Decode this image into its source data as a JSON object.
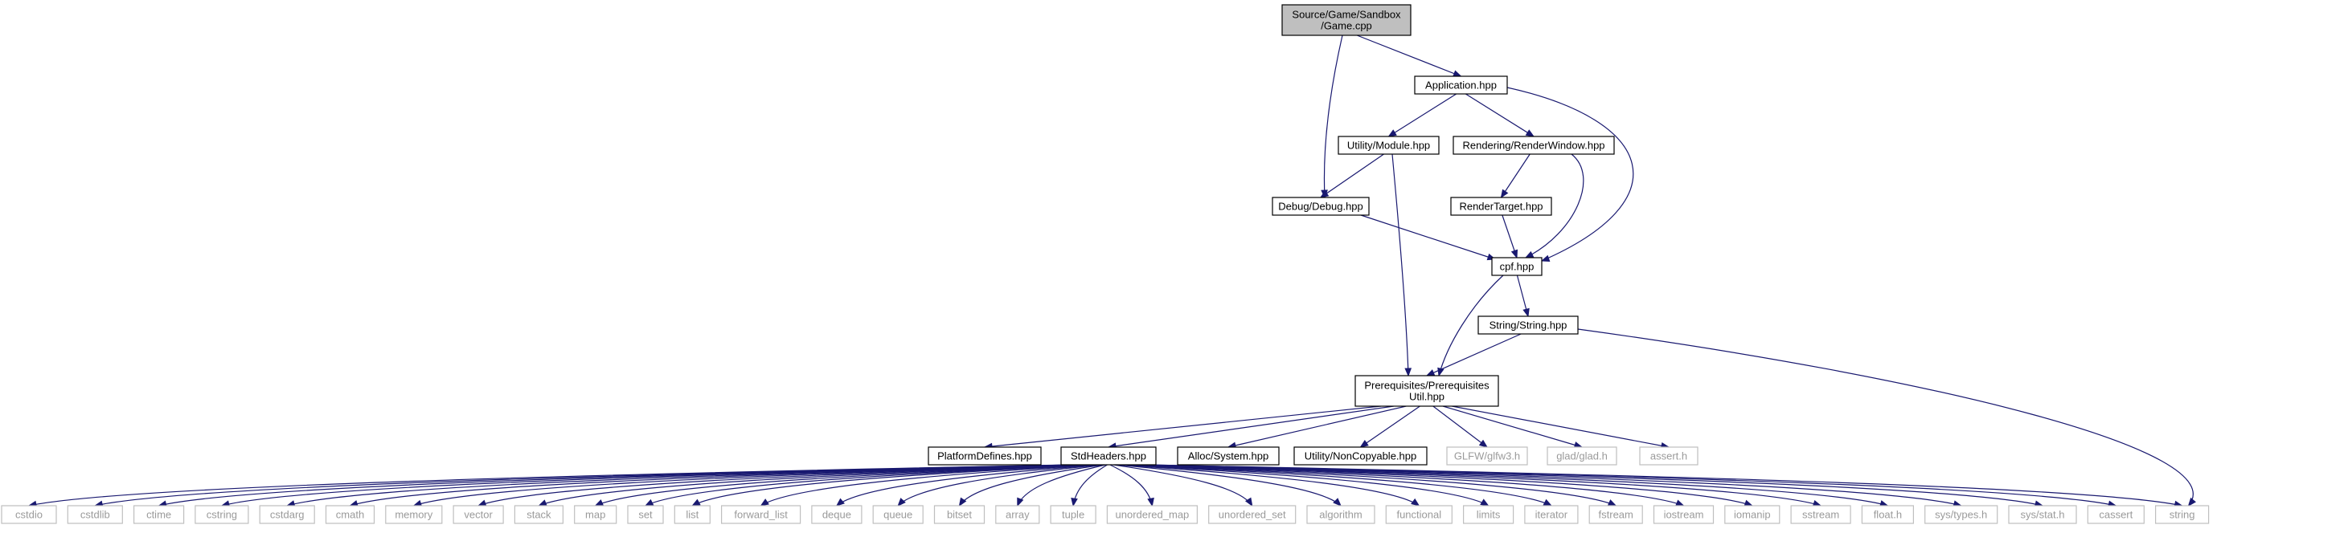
{
  "graph": {
    "edge_color": "#191970",
    "root_fill": "#bfbfbf",
    "nodes": {
      "game_cpp": {
        "lines": [
          "Source/Game/Sandbox",
          "/Game.cpp"
        ],
        "kind": "root"
      },
      "application_hpp": {
        "lines": [
          "Application.hpp"
        ],
        "kind": "file"
      },
      "utility_module_hpp": {
        "lines": [
          "Utility/Module.hpp"
        ],
        "kind": "file"
      },
      "rendering_renderwindow_hpp": {
        "lines": [
          "Rendering/RenderWindow.hpp"
        ],
        "kind": "file"
      },
      "debug_debug_hpp": {
        "lines": [
          "Debug/Debug.hpp"
        ],
        "kind": "file"
      },
      "rendertarget_hpp": {
        "lines": [
          "RenderTarget.hpp"
        ],
        "kind": "file"
      },
      "cpf_hpp": {
        "lines": [
          "cpf.hpp"
        ],
        "kind": "file"
      },
      "string_string_hpp": {
        "lines": [
          "String/String.hpp"
        ],
        "kind": "file"
      },
      "prerequisites_util_hpp": {
        "lines": [
          "Prerequisites/Prerequisites",
          "Util.hpp"
        ],
        "kind": "file"
      },
      "platformdefines_hpp": {
        "lines": [
          "PlatformDefines.hpp"
        ],
        "kind": "file"
      },
      "stdheaders_hpp": {
        "lines": [
          "StdHeaders.hpp"
        ],
        "kind": "file"
      },
      "alloc_system_hpp": {
        "lines": [
          "Alloc/System.hpp"
        ],
        "kind": "file"
      },
      "utility_noncopyable_hpp": {
        "lines": [
          "Utility/NonCopyable.hpp"
        ],
        "kind": "file"
      },
      "glfw_glfw3_h": {
        "lines": [
          "GLFW/glfw3.h"
        ],
        "kind": "external"
      },
      "glad_glad_h": {
        "lines": [
          "glad/glad.h"
        ],
        "kind": "external"
      },
      "assert_h": {
        "lines": [
          "assert.h"
        ],
        "kind": "external"
      },
      "cstdio": {
        "lines": [
          "cstdio"
        ],
        "kind": "external"
      },
      "cstdlib": {
        "lines": [
          "cstdlib"
        ],
        "kind": "external"
      },
      "ctime": {
        "lines": [
          "ctime"
        ],
        "kind": "external"
      },
      "cstring": {
        "lines": [
          "cstring"
        ],
        "kind": "external"
      },
      "cstdarg": {
        "lines": [
          "cstdarg"
        ],
        "kind": "external"
      },
      "cmath": {
        "lines": [
          "cmath"
        ],
        "kind": "external"
      },
      "memory": {
        "lines": [
          "memory"
        ],
        "kind": "external"
      },
      "vector": {
        "lines": [
          "vector"
        ],
        "kind": "external"
      },
      "stack": {
        "lines": [
          "stack"
        ],
        "kind": "external"
      },
      "map": {
        "lines": [
          "map"
        ],
        "kind": "external"
      },
      "set": {
        "lines": [
          "set"
        ],
        "kind": "external"
      },
      "list": {
        "lines": [
          "list"
        ],
        "kind": "external"
      },
      "forward_list": {
        "lines": [
          "forward_list"
        ],
        "kind": "external"
      },
      "deque": {
        "lines": [
          "deque"
        ],
        "kind": "external"
      },
      "queue": {
        "lines": [
          "queue"
        ],
        "kind": "external"
      },
      "bitset": {
        "lines": [
          "bitset"
        ],
        "kind": "external"
      },
      "array": {
        "lines": [
          "array"
        ],
        "kind": "external"
      },
      "tuple": {
        "lines": [
          "tuple"
        ],
        "kind": "external"
      },
      "unordered_map": {
        "lines": [
          "unordered_map"
        ],
        "kind": "external"
      },
      "unordered_set": {
        "lines": [
          "unordered_set"
        ],
        "kind": "external"
      },
      "algorithm": {
        "lines": [
          "algorithm"
        ],
        "kind": "external"
      },
      "functional": {
        "lines": [
          "functional"
        ],
        "kind": "external"
      },
      "limits": {
        "lines": [
          "limits"
        ],
        "kind": "external"
      },
      "iterator": {
        "lines": [
          "iterator"
        ],
        "kind": "external"
      },
      "fstream": {
        "lines": [
          "fstream"
        ],
        "kind": "external"
      },
      "iostream": {
        "lines": [
          "iostream"
        ],
        "kind": "external"
      },
      "iomanip": {
        "lines": [
          "iomanip"
        ],
        "kind": "external"
      },
      "sstream": {
        "lines": [
          "sstream"
        ],
        "kind": "external"
      },
      "float_h": {
        "lines": [
          "float.h"
        ],
        "kind": "external"
      },
      "sys_types_h": {
        "lines": [
          "sys/types.h"
        ],
        "kind": "external"
      },
      "sys_stat_h": {
        "lines": [
          "sys/stat.h"
        ],
        "kind": "external"
      },
      "cassert": {
        "lines": [
          "cassert"
        ],
        "kind": "external"
      },
      "string": {
        "lines": [
          "string"
        ],
        "kind": "external"
      }
    },
    "edges": [
      [
        "game_cpp",
        "application_hpp"
      ],
      [
        "game_cpp",
        "debug_debug_hpp"
      ],
      [
        "application_hpp",
        "utility_module_hpp"
      ],
      [
        "application_hpp",
        "rendering_renderwindow_hpp"
      ],
      [
        "application_hpp",
        "cpf_hpp"
      ],
      [
        "utility_module_hpp",
        "debug_debug_hpp"
      ],
      [
        "utility_module_hpp",
        "prerequisites_util_hpp"
      ],
      [
        "rendering_renderwindow_hpp",
        "rendertarget_hpp"
      ],
      [
        "rendering_renderwindow_hpp",
        "cpf_hpp"
      ],
      [
        "debug_debug_hpp",
        "cpf_hpp"
      ],
      [
        "rendertarget_hpp",
        "cpf_hpp"
      ],
      [
        "cpf_hpp",
        "string_string_hpp"
      ],
      [
        "cpf_hpp",
        "prerequisites_util_hpp"
      ],
      [
        "string_string_hpp",
        "prerequisites_util_hpp"
      ],
      [
        "string_string_hpp",
        "string"
      ],
      [
        "prerequisites_util_hpp",
        "platformdefines_hpp"
      ],
      [
        "prerequisites_util_hpp",
        "stdheaders_hpp"
      ],
      [
        "prerequisites_util_hpp",
        "alloc_system_hpp"
      ],
      [
        "prerequisites_util_hpp",
        "utility_noncopyable_hpp"
      ],
      [
        "prerequisites_util_hpp",
        "glfw_glfw3_h"
      ],
      [
        "prerequisites_util_hpp",
        "glad_glad_h"
      ],
      [
        "prerequisites_util_hpp",
        "assert_h"
      ],
      [
        "stdheaders_hpp",
        "cstdio"
      ],
      [
        "stdheaders_hpp",
        "cstdlib"
      ],
      [
        "stdheaders_hpp",
        "ctime"
      ],
      [
        "stdheaders_hpp",
        "cstring"
      ],
      [
        "stdheaders_hpp",
        "cstdarg"
      ],
      [
        "stdheaders_hpp",
        "cmath"
      ],
      [
        "stdheaders_hpp",
        "memory"
      ],
      [
        "stdheaders_hpp",
        "vector"
      ],
      [
        "stdheaders_hpp",
        "stack"
      ],
      [
        "stdheaders_hpp",
        "map"
      ],
      [
        "stdheaders_hpp",
        "set"
      ],
      [
        "stdheaders_hpp",
        "list"
      ],
      [
        "stdheaders_hpp",
        "forward_list"
      ],
      [
        "stdheaders_hpp",
        "deque"
      ],
      [
        "stdheaders_hpp",
        "queue"
      ],
      [
        "stdheaders_hpp",
        "bitset"
      ],
      [
        "stdheaders_hpp",
        "array"
      ],
      [
        "stdheaders_hpp",
        "tuple"
      ],
      [
        "stdheaders_hpp",
        "unordered_map"
      ],
      [
        "stdheaders_hpp",
        "unordered_set"
      ],
      [
        "stdheaders_hpp",
        "algorithm"
      ],
      [
        "stdheaders_hpp",
        "functional"
      ],
      [
        "stdheaders_hpp",
        "limits"
      ],
      [
        "stdheaders_hpp",
        "iterator"
      ],
      [
        "stdheaders_hpp",
        "fstream"
      ],
      [
        "stdheaders_hpp",
        "iostream"
      ],
      [
        "stdheaders_hpp",
        "iomanip"
      ],
      [
        "stdheaders_hpp",
        "sstream"
      ],
      [
        "stdheaders_hpp",
        "float_h"
      ],
      [
        "stdheaders_hpp",
        "sys_types_h"
      ],
      [
        "stdheaders_hpp",
        "sys_stat_h"
      ],
      [
        "stdheaders_hpp",
        "cassert"
      ],
      [
        "stdheaders_hpp",
        "string"
      ]
    ]
  }
}
